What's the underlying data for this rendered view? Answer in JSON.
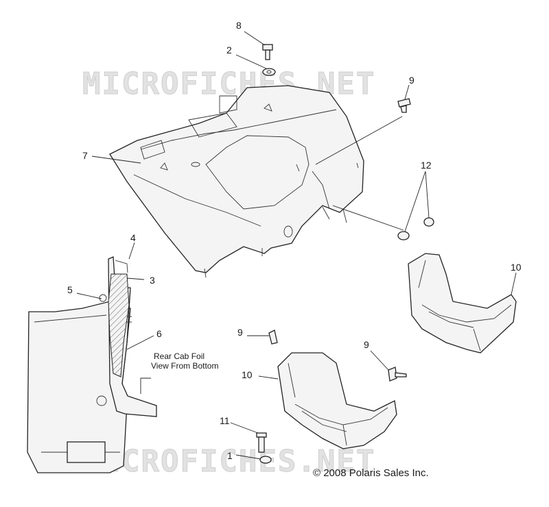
{
  "watermark": "MICROFICHES.NET",
  "note_lines": [
    "Rear Cab Foil",
    "View From Bottom"
  ],
  "copyright": "© 2008 Polaris Sales Inc.",
  "callouts": [
    {
      "id": "c8",
      "label": "8"
    },
    {
      "id": "c2",
      "label": "2"
    },
    {
      "id": "c9a",
      "label": "9"
    },
    {
      "id": "c7",
      "label": "7"
    },
    {
      "id": "c12",
      "label": "12"
    },
    {
      "id": "c4",
      "label": "4"
    },
    {
      "id": "c3",
      "label": "3"
    },
    {
      "id": "c5",
      "label": "5"
    },
    {
      "id": "c6",
      "label": "6"
    },
    {
      "id": "c10a",
      "label": "10"
    },
    {
      "id": "c9b",
      "label": "9"
    },
    {
      "id": "c9c",
      "label": "9"
    },
    {
      "id": "c10b",
      "label": "10"
    },
    {
      "id": "c11",
      "label": "11"
    },
    {
      "id": "c1",
      "label": "1"
    }
  ]
}
